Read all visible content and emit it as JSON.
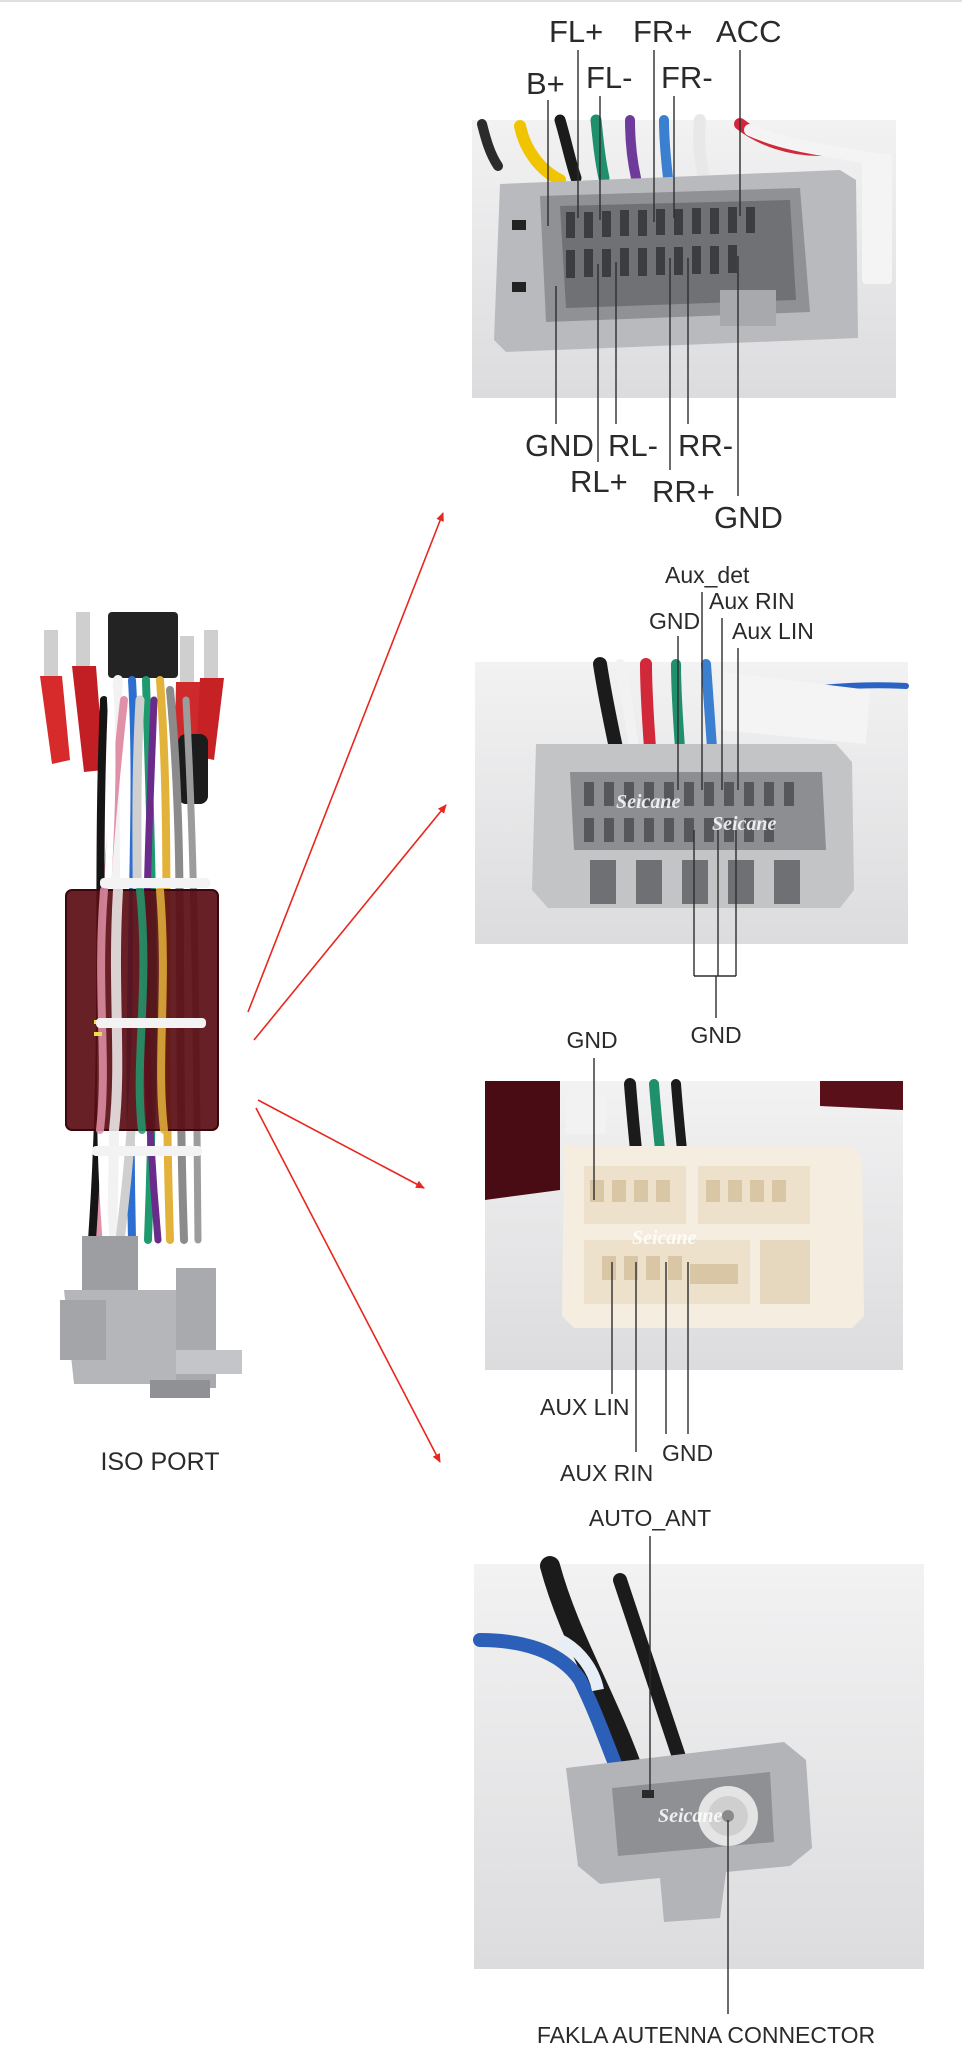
{
  "harness": {
    "caption": "ISO PORT"
  },
  "watermark": "Seicane",
  "connector1": {
    "top_labels": [
      "FL+",
      "FR+",
      "ACC",
      "B+",
      "FL-",
      "FR-"
    ],
    "bottom_labels": [
      "GND",
      "RL-",
      "RR-",
      "RL+",
      "RR+",
      "GND"
    ]
  },
  "connector2": {
    "top_labels": [
      "Aux_det",
      "GND",
      "Aux RIN",
      "Aux LIN"
    ],
    "bottom_labels": [
      "GND"
    ]
  },
  "connector3": {
    "top_labels": [
      "GND"
    ],
    "bottom_labels": [
      "AUX LIN",
      "GND",
      "AUX RIN"
    ]
  },
  "connector4": {
    "top_labels": [
      "AUTO_ANT"
    ],
    "bottom_labels": [
      "FAKLA AUTENNA CONNECTOR"
    ]
  },
  "colors": {
    "arrow": "#e8271e",
    "photo_bg": "#e9e9ea",
    "connector_grey": "#b7b8ba",
    "harness_red": "#5a0e14"
  }
}
